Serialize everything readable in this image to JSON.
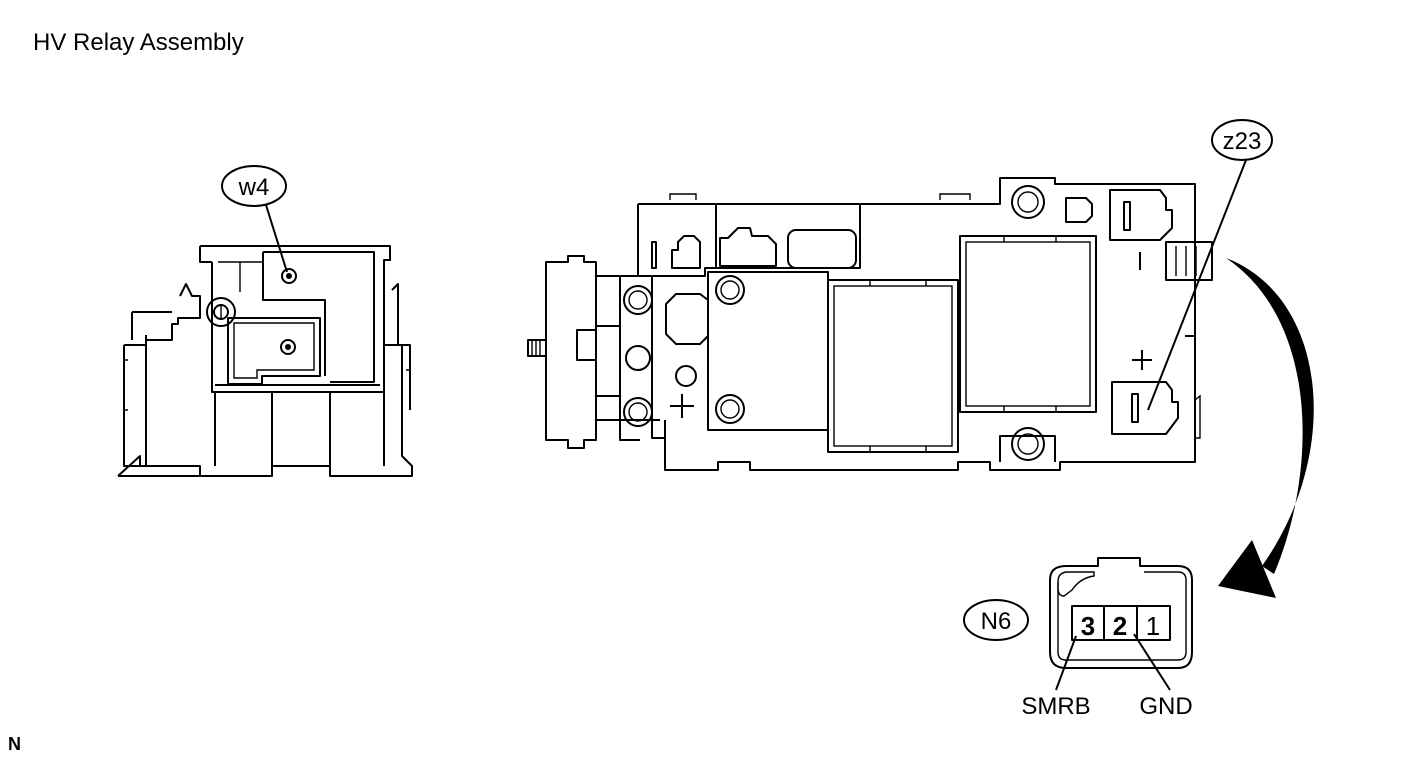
{
  "title": "HV Relay Assembly",
  "callouts": {
    "w4": "w4",
    "z23": "z23",
    "n6": "N6"
  },
  "connector": {
    "pins": [
      "3",
      "2",
      "1"
    ],
    "labels": {
      "smrb": "SMRB",
      "gnd": "GND"
    }
  },
  "corner_mark": "N"
}
